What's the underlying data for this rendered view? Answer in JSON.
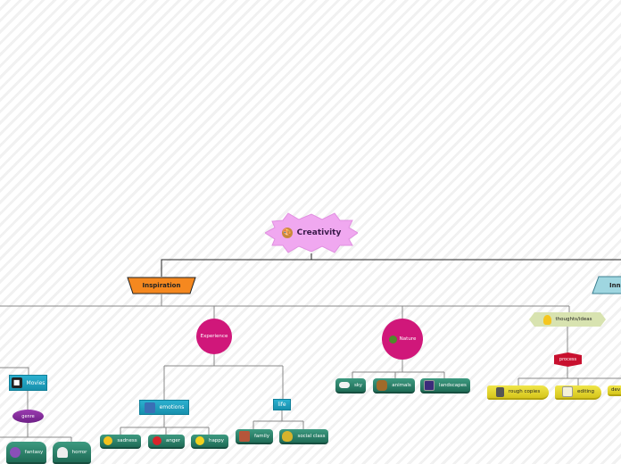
{
  "central": {
    "label": "Creativity",
    "icon": "palette-icon",
    "color": "#f0a8f0"
  },
  "branches": {
    "inspiration": {
      "label": "Inspiration",
      "color": "#f5881f"
    },
    "inner": {
      "label": "Inn",
      "color": "#9fd6e0"
    }
  },
  "inspiration_children": {
    "movies": {
      "label": "Movies",
      "icon": "film-camera-icon"
    },
    "genre": {
      "label": "genre"
    },
    "fantasy": {
      "label": "fantasy",
      "icon": "crystal-ball-icon"
    },
    "horror": {
      "label": "horror",
      "icon": "ghost-icon"
    },
    "experience": {
      "label": "Experience",
      "color": "#d0177a"
    },
    "emotions": {
      "label": "emotions",
      "icon": "masks-icon"
    },
    "sadness": {
      "label": "sadness",
      "icon": "sad-face-icon"
    },
    "anger": {
      "label": "anger",
      "icon": "angry-face-icon"
    },
    "happy": {
      "label": "happy",
      "icon": "happy-face-icon"
    },
    "life": {
      "label": "life"
    },
    "family": {
      "label": "family",
      "icon": "family-icon"
    },
    "social_class": {
      "label": "social class",
      "icon": "money-bag-icon"
    },
    "nature": {
      "label": "Nature",
      "icon": "tree-icon"
    },
    "sky": {
      "label": "sky",
      "icon": "cloud-icon"
    },
    "animals": {
      "label": "animals",
      "icon": "bear-icon"
    },
    "landscapes": {
      "label": "landscapes",
      "icon": "landscape-icon"
    }
  },
  "inner_children": {
    "thoughts": {
      "label": "thoughts/ideas",
      "icon": "lightbulb-icon"
    },
    "process": {
      "label": "process"
    },
    "rough_copies": {
      "label": "rough copies",
      "icon": "notebook-icon"
    },
    "editing": {
      "label": "editing",
      "icon": "pencil-paper-icon"
    },
    "dev": {
      "label": "dev"
    }
  }
}
